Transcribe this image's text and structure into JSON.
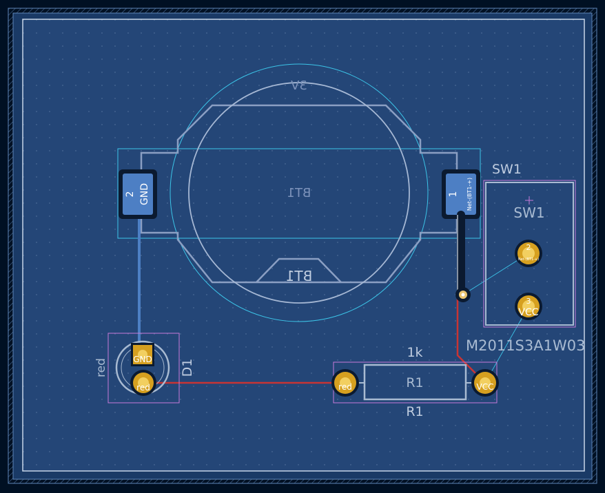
{
  "board": {
    "background_color": "#001023",
    "board_fill_color": "#244677",
    "edge_color": "#c8d6e8",
    "silkscreen_color": "#b9c9dc",
    "silk_back_color": "#7d93bb",
    "courtyard_color": "#b050e0",
    "fab_color": "#3cc5e8",
    "front_copper_color": "#c83434",
    "back_copper_color": "#4d7fc4",
    "pad_color": "#d6a020"
  },
  "battery": {
    "ref_back": "BT1",
    "ref_back_fab": "BT1",
    "value_back": "3V",
    "pad1_number": "1",
    "pad1_net": "Net-(BT1-+)",
    "pad2_number": "2",
    "pad2_net": "GND"
  },
  "switch": {
    "ref_top": "SW1",
    "ref_fab": "SW1",
    "value": "M2011S3A1W03",
    "pad2_number": "2",
    "pad2_net": "Net-(BT1-+)",
    "pad3_number": "3",
    "pad3_net": "VCC"
  },
  "led": {
    "ref": "D1",
    "value": "red",
    "pad1_net": "GND",
    "pad2_net": "red"
  },
  "resistor": {
    "ref_fab": "R1",
    "ref_bottom": "R1",
    "value": "1k",
    "pad1_net": "red",
    "pad2_net": "VCC"
  }
}
